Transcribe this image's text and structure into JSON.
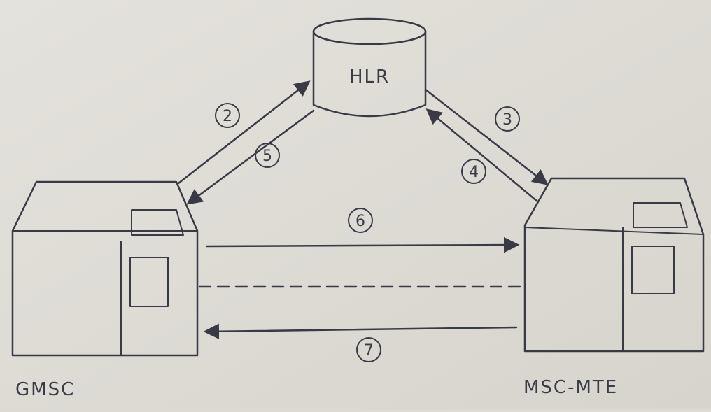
{
  "diagram": {
    "nodes": {
      "hlr": {
        "label": "HLR"
      },
      "gmsc": {
        "label": "GMSC"
      },
      "msc_mte": {
        "label": "MSC-MTE"
      }
    },
    "steps": [
      {
        "id": "2",
        "label": "2",
        "from": "GMSC",
        "to": "HLR"
      },
      {
        "id": "3",
        "label": "3",
        "from": "HLR",
        "to": "MSC-MTE"
      },
      {
        "id": "4",
        "label": "4",
        "from": "MSC-MTE",
        "to": "HLR"
      },
      {
        "id": "5",
        "label": "5",
        "from": "HLR",
        "to": "GMSC"
      },
      {
        "id": "6",
        "label": "6",
        "from": "GMSC",
        "to": "MSC-MTE"
      },
      {
        "id": "7",
        "label": "7",
        "from": "MSC-MTE",
        "to": "GMSC"
      }
    ]
  },
  "colors": {
    "ink": "#3a3a46",
    "paper": "#dcdad3"
  }
}
